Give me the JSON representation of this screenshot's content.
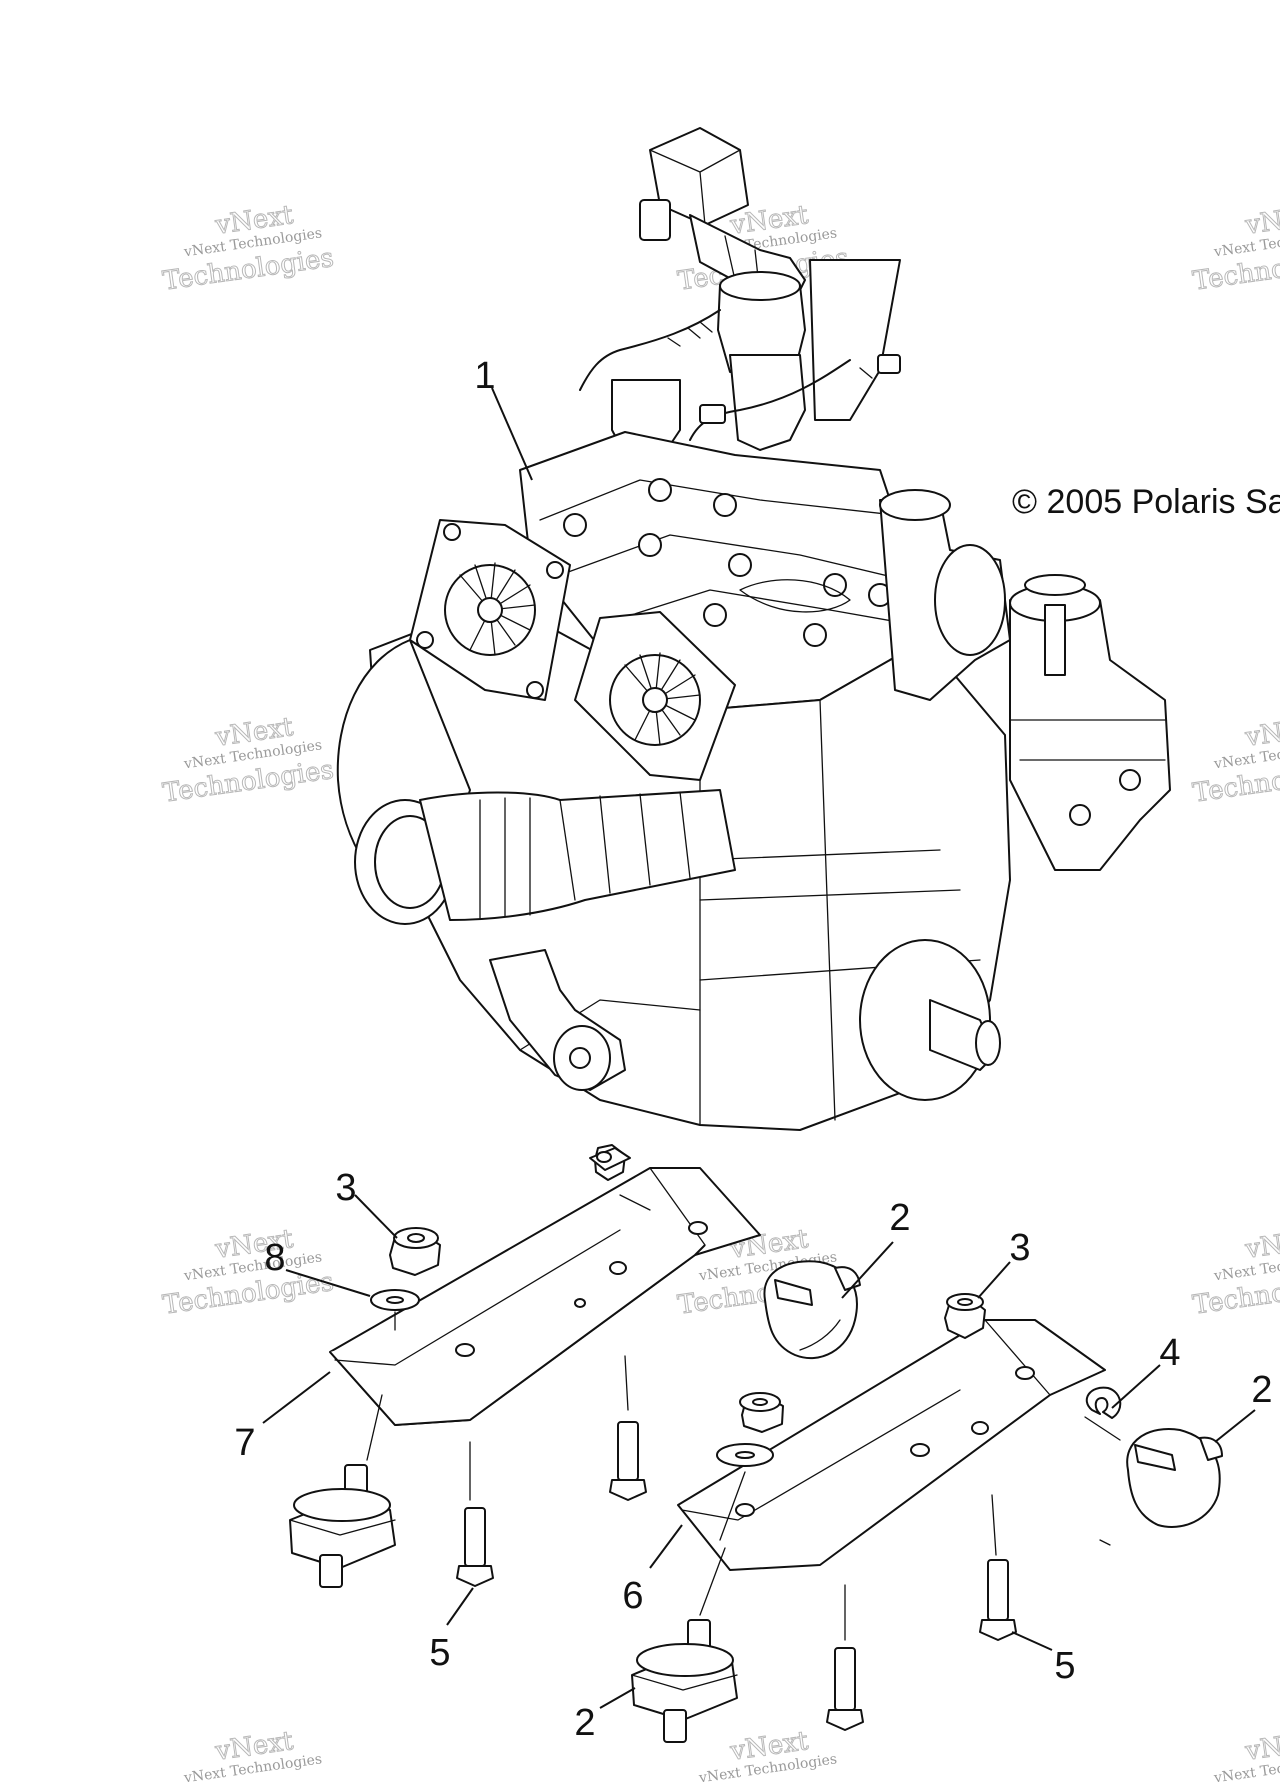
{
  "copyright": "© 2005 Polaris Sa",
  "watermark": {
    "line1": "vNext Technologies",
    "line2": "vNext",
    "line3": "Technologies"
  },
  "callouts": {
    "engine": "1",
    "mount_top": "2",
    "mount_right": "2",
    "mount_bottom": "2",
    "nut_left": "3",
    "nut_right": "3",
    "spacer": "4",
    "bolt_left": "5",
    "bolt_right": "5",
    "bracket_front": "6",
    "bracket_rear": "7",
    "washer": "8"
  }
}
